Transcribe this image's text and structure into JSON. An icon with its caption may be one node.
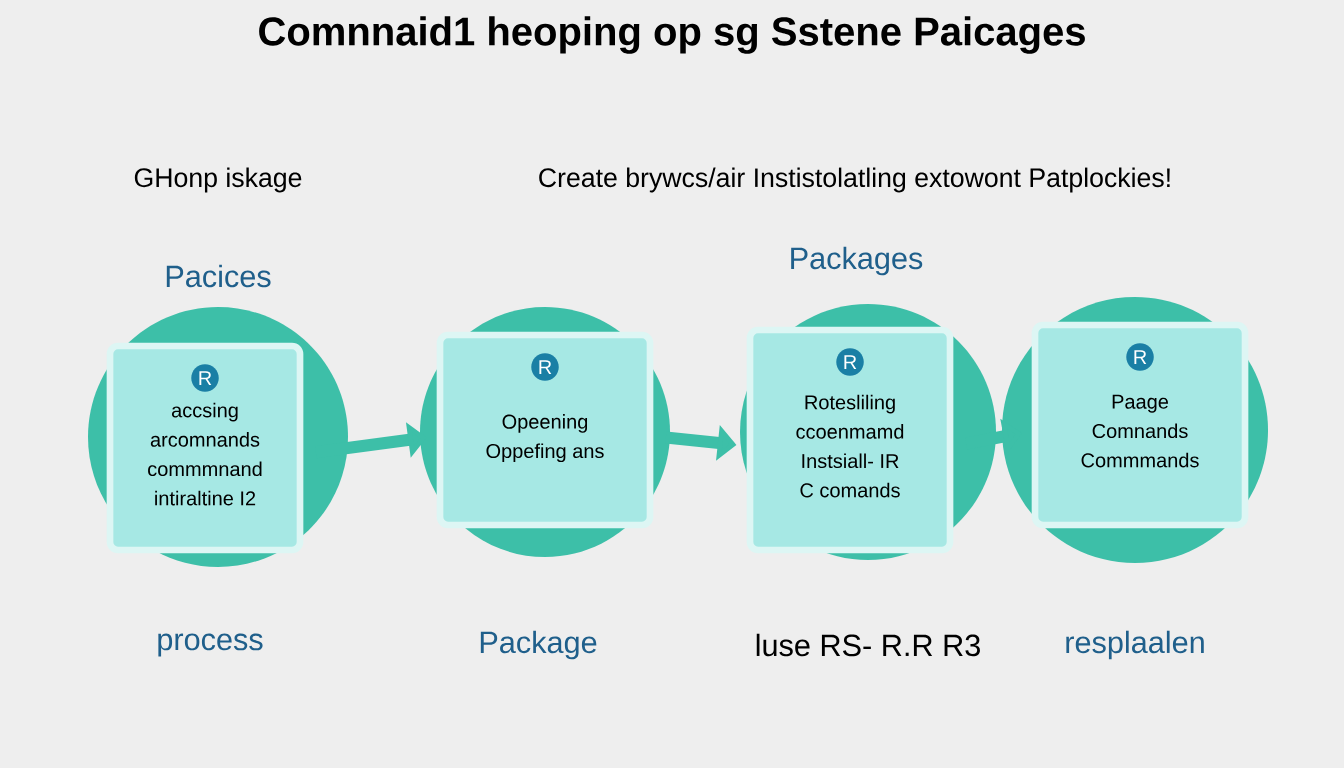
{
  "diagram": {
    "title": "Comnnaid1 heoping op sg Sstene Paicages",
    "nodes": [
      {
        "text": [
          "R",
          "accsing",
          "arcomnands",
          "commmnand",
          "intiraltine I2"
        ]
      },
      {
        "text": [
          "R",
          "Opeening",
          "Oppefing ans"
        ]
      },
      {
        "text": [
          "R",
          "Rotesliling",
          "ccoenmamd",
          "Instsiall- IR",
          "C comands"
        ]
      },
      {
        "text": [
          "R",
          "Paage",
          "Comnands",
          "Commmands"
        ]
      }
    ],
    "edges": [
      {
        "from": 0,
        "to": 1,
        "arrow": "to"
      },
      {
        "from": 1,
        "to": 2,
        "arrow": "to"
      },
      {
        "from": 2,
        "to": 3,
        "arrow": "to"
      }
    ],
    "labels": [
      "GHonp iskage",
      "Create brywcs/air Instistolatling extowont Patplockies!",
      "Pacices",
      "Packages",
      "process",
      "Package",
      "luse RS- R.R R3",
      "resplaalen"
    ]
  }
}
